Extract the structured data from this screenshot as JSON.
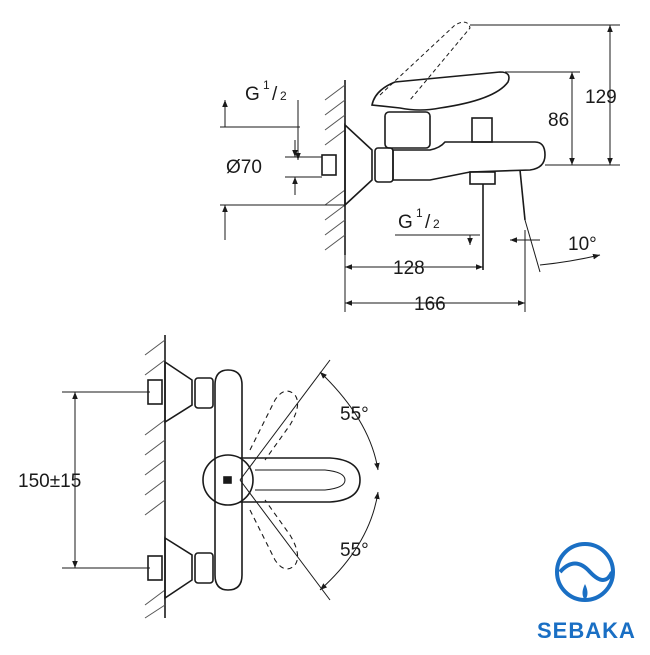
{
  "diagram": {
    "top_view": {
      "thread_top": {
        "letter": "G",
        "num": "1",
        "den": "2"
      },
      "diameter": "Ø70",
      "thread_bottom": {
        "letter": "G",
        "num": "1",
        "den": "2"
      },
      "height_total": "129",
      "height_outlet": "86",
      "angle_spout": "10°",
      "depth_outlet": "128",
      "depth_total": "166"
    },
    "front_view": {
      "distance_centers": "150±15",
      "angle_upper": "55°",
      "angle_lower": "55°"
    }
  },
  "logo": {
    "text": "SEBAKA",
    "color": "#1a6fc4"
  },
  "colors": {
    "line": "#1a1a1a",
    "hatch": "#555555",
    "brand": "#1a6fc4"
  }
}
